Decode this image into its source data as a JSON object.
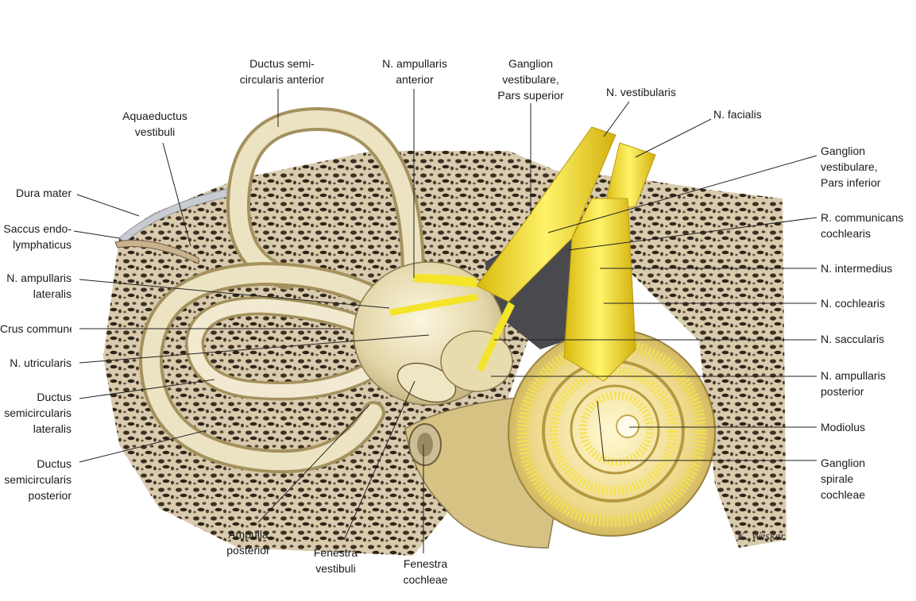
{
  "labels": {
    "ductus_semicircularis_anterior": [
      "Ductus semi-",
      "circularis anterior"
    ],
    "n_ampullaris_anterior": [
      "N. ampullaris",
      "anterior"
    ],
    "ganglion_vestibulare_pars_superior": [
      "Ganglion",
      "vestibulare,",
      "Pars superior"
    ],
    "n_vestibularis": [
      "N. vestibularis"
    ],
    "n_facialis": [
      "N. facialis"
    ],
    "aquaeductus_vestibuli": [
      "Aquaeductus",
      "vestibuli"
    ],
    "ganglion_vestibulare_pars_inferior": [
      "Ganglion",
      "vestibulare,",
      "Pars inferior"
    ],
    "dura_mater": [
      "Dura mater"
    ],
    "saccus_endolymphaticus": [
      "Saccus endo-",
      "lymphaticus"
    ],
    "r_communicans_cochlearis": [
      "R. communicans",
      "cochlearis"
    ],
    "n_intermedius": [
      "N. intermedius"
    ],
    "n_ampullaris_lateralis": [
      "N. ampullaris",
      "lateralis"
    ],
    "n_cochlearis": [
      "N. cochlearis"
    ],
    "crus_commune": [
      "Crus commune"
    ],
    "n_saccularis": [
      "N. saccularis"
    ],
    "n_utricularis": [
      "N. utricularis"
    ],
    "n_ampullaris_posterior": [
      "N. ampullaris",
      "posterior"
    ],
    "ductus_semicircularis_lateralis": [
      "Ductus",
      "semicircularis",
      "lateralis"
    ],
    "modiolus": [
      "Modiolus"
    ],
    "ductus_semicircularis_posterior": [
      "Ductus",
      "semicircularis",
      "posterior"
    ],
    "ganglion_spirale_cochleae": [
      "Ganglion",
      "spirale",
      "cochleae"
    ],
    "ampulla_posterior": [
      "Ampulla",
      "posterior"
    ],
    "fenestra_vestibuli": [
      "Fenestra",
      "vestibuli"
    ],
    "fenestra_cochleae": [
      "Fenestra",
      "cochleae"
    ]
  },
  "signature": "K. Wesker",
  "colors": {
    "bone": "#d9ccb0",
    "bone_dark": "#3b2e22",
    "labyrinth": "#e6dcb8",
    "labyrinth_edge": "#8c7a50",
    "nerve": "#f2e21a",
    "nerve_dark": "#c9a80c",
    "dura": "#bfc4cc",
    "leader": "#222222"
  }
}
